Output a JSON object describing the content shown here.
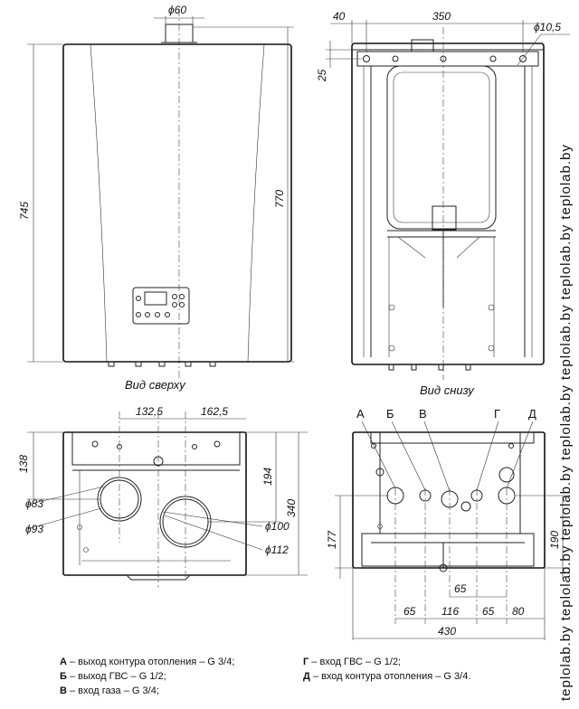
{
  "dimensions": {
    "front_flue": "ϕ60",
    "front_height_total": "745",
    "front_height_body": "770",
    "rear_left": "40",
    "rear_width": "350",
    "rear_hole": "ϕ10,5",
    "rear_top": "25",
    "top_left": "132,5",
    "top_right": "162,5",
    "top_138": "138",
    "top_194": "194",
    "top_340": "340",
    "top_d83": "ϕ83",
    "top_d93": "ϕ93",
    "top_d100": "ϕ100",
    "top_d112": "ϕ112",
    "bot_177": "177",
    "bot_190": "190",
    "bot_65a": "65",
    "bot_116": "116",
    "bot_65b": "65",
    "bot_65c": "65",
    "bot_80": "80",
    "bot_430": "430"
  },
  "captions": {
    "top_view": "Вид сверху",
    "bottom_view": "Вид снизу"
  },
  "connections": {
    "a": "А",
    "b": "Б",
    "v": "В",
    "g": "Г",
    "d": "Д"
  },
  "legend": {
    "a_letter": "А",
    "a_text": " – выход контура отопления – G 3/4;",
    "b_letter": "Б",
    "b_text": " – выход ГВС – G 1/2;",
    "v_letter": "В",
    "v_text": " – вход газа – G 3/4;",
    "g_letter": "Г",
    "g_text": " – вход ГВС – G 1/2;",
    "d_letter": "Д",
    "d_text": " – вход контура отопления – G 3/4."
  },
  "watermarks": {
    "right_vertical": "teplolab.by  teplolab.by  teplolab.by  teplolab.by  teplolab.by  teplolab.by  teplolab.by"
  }
}
